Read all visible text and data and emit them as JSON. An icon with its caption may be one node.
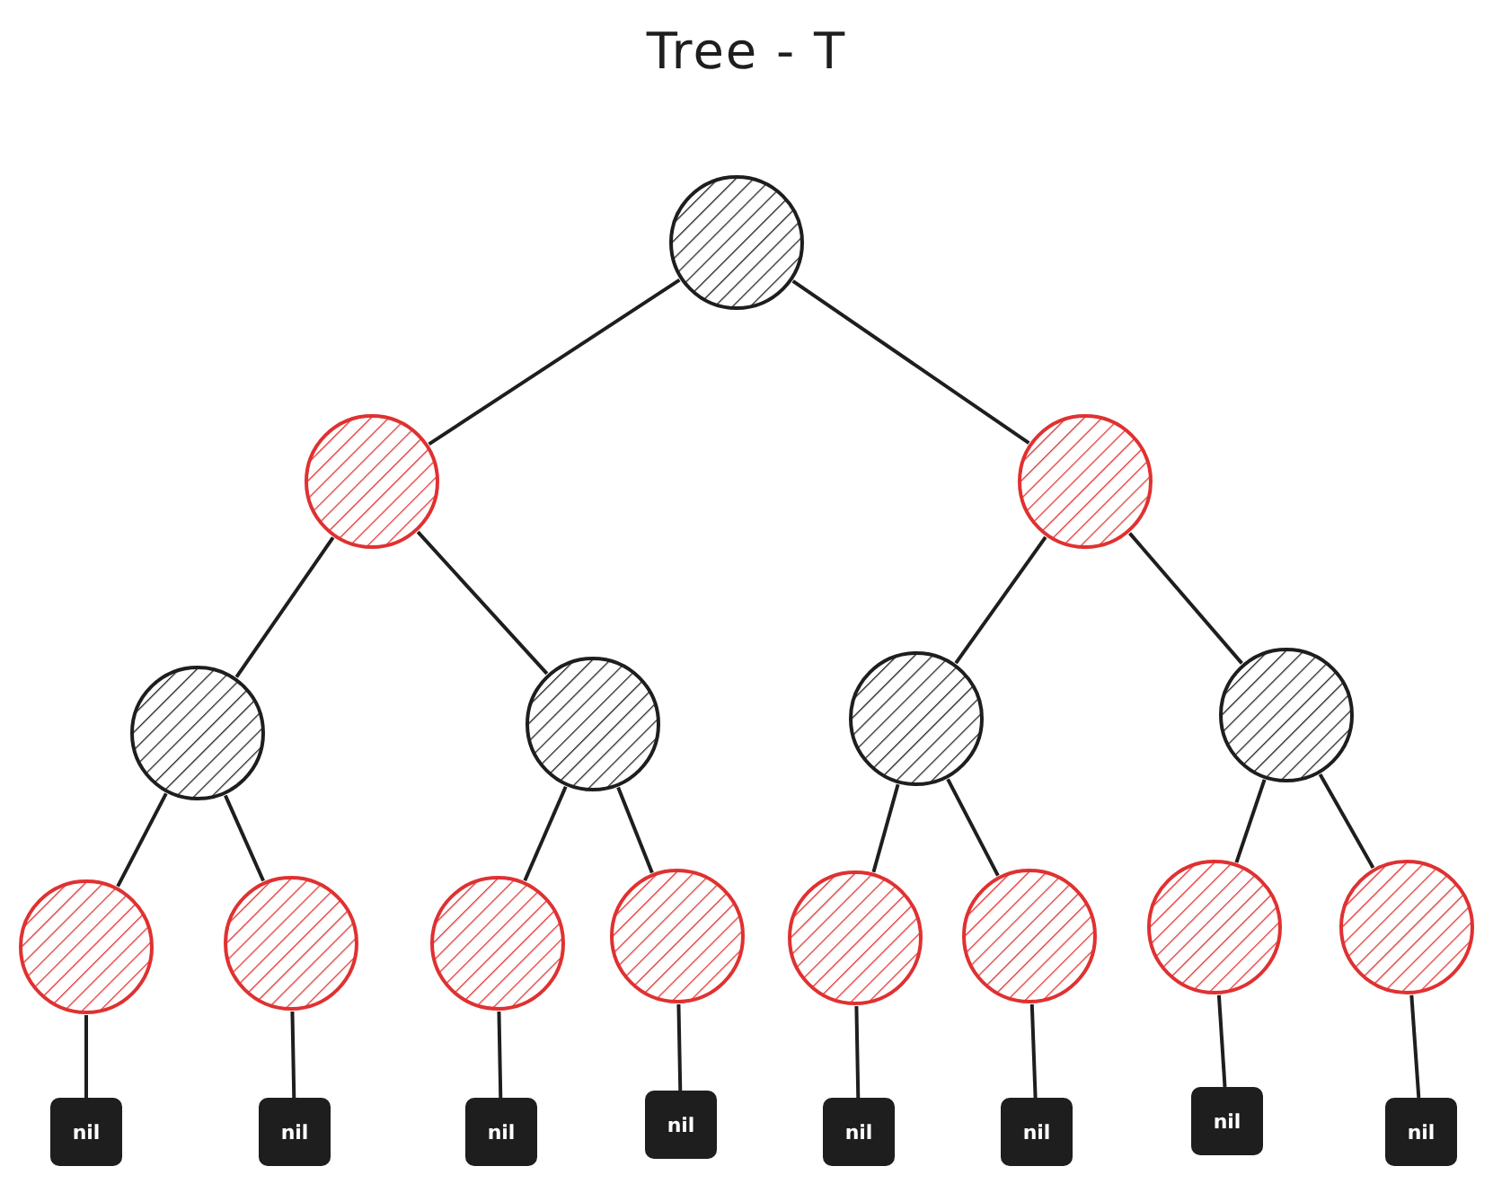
{
  "diagram": {
    "title": "Tree - T",
    "nodes": [
      {
        "text": [],
        "shape": "circle"
      },
      {
        "text": [],
        "shape": "circle"
      },
      {
        "text": [],
        "shape": "circle"
      },
      {
        "text": [],
        "shape": "circle"
      },
      {
        "text": [],
        "shape": "circle"
      },
      {
        "text": [],
        "shape": "circle"
      },
      {
        "text": [],
        "shape": "circle"
      },
      {
        "text": [],
        "shape": "circle"
      },
      {
        "text": [],
        "shape": "circle"
      },
      {
        "text": [],
        "shape": "circle"
      },
      {
        "text": [],
        "shape": "circle"
      },
      {
        "text": [],
        "shape": "circle"
      },
      {
        "text": [],
        "shape": "circle"
      },
      {
        "text": [],
        "shape": "circle"
      },
      {
        "text": [],
        "shape": "circle"
      },
      {
        "text": [
          "nil"
        ]
      },
      {
        "text": [
          "nil"
        ]
      },
      {
        "text": [
          "nil"
        ]
      },
      {
        "text": [
          "nil"
        ]
      },
      {
        "text": [
          "nil"
        ]
      },
      {
        "text": [
          "nil"
        ]
      },
      {
        "text": [
          "nil"
        ]
      },
      {
        "text": [
          "nil"
        ]
      }
    ],
    "edges": [
      {
        "from": 0,
        "to": 1,
        "arrow": "none"
      },
      {
        "from": 0,
        "to": 2,
        "arrow": "none"
      },
      {
        "from": 1,
        "to": 3,
        "arrow": "none"
      },
      {
        "from": 1,
        "to": 4,
        "arrow": "none"
      },
      {
        "from": 2,
        "to": 5,
        "arrow": "none"
      },
      {
        "from": 2,
        "to": 6,
        "arrow": "none"
      },
      {
        "from": 3,
        "to": 7,
        "arrow": "none"
      },
      {
        "from": 3,
        "to": 8,
        "arrow": "none"
      },
      {
        "from": 4,
        "to": 9,
        "arrow": "none"
      },
      {
        "from": 4,
        "to": 10,
        "arrow": "none"
      },
      {
        "from": 5,
        "to": 11,
        "arrow": "none"
      },
      {
        "from": 5,
        "to": 12,
        "arrow": "none"
      },
      {
        "from": 6,
        "to": 13,
        "arrow": "none"
      },
      {
        "from": 6,
        "to": 14,
        "arrow": "none"
      },
      {
        "from": 7,
        "to": 15,
        "arrow": "none"
      },
      {
        "from": 8,
        "to": 16,
        "arrow": "none"
      },
      {
        "from": 9,
        "to": 17,
        "arrow": "none"
      },
      {
        "from": 10,
        "to": 18,
        "arrow": "none"
      },
      {
        "from": 11,
        "to": 19,
        "arrow": "none"
      },
      {
        "from": 12,
        "to": 20,
        "arrow": "none"
      },
      {
        "from": 13,
        "to": 21,
        "arrow": "none"
      },
      {
        "from": 14,
        "to": 22,
        "arrow": "none"
      }
    ]
  }
}
